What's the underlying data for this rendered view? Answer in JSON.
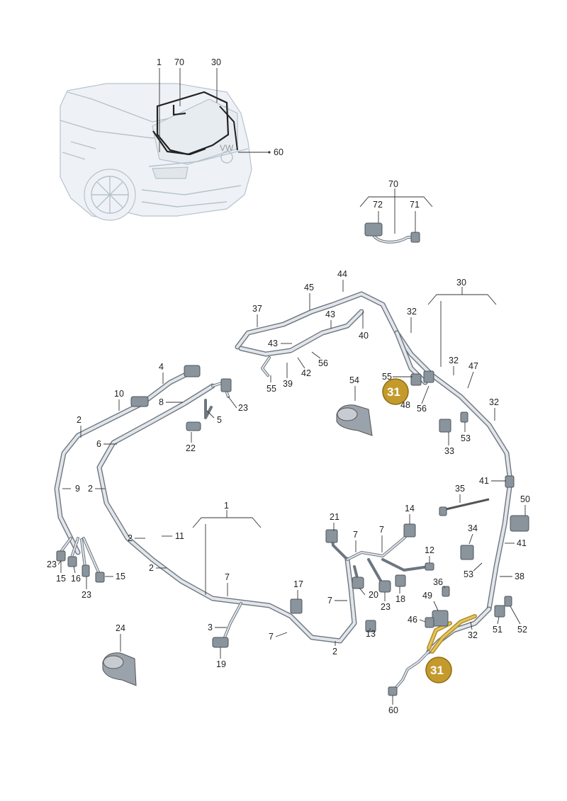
{
  "callouts": {
    "c1_top": "1",
    "c70_top": "70",
    "c30_top": "30",
    "c60_top": "60",
    "c70_group": "70",
    "c72": "72",
    "c71": "71",
    "c44": "44",
    "c45": "45",
    "c37": "37",
    "c43a": "43",
    "c43b": "43",
    "c40": "40",
    "c32a": "32",
    "c30_group": "30",
    "c56a": "56",
    "c42": "42",
    "c39": "39",
    "c55a": "55",
    "c55b": "55",
    "c48": "48",
    "c56b": "56",
    "c32b": "32",
    "c47": "47",
    "c4": "4",
    "c54": "54",
    "c10": "10",
    "c8": "8",
    "c23a": "23",
    "c5": "5",
    "c22": "22",
    "c2a": "2",
    "c6": "6",
    "c32c": "32",
    "c53a": "53",
    "c33": "33",
    "c41a": "41",
    "c50": "50",
    "c35": "35",
    "c2b": "2",
    "c9": "9",
    "c1_group": "1",
    "c34": "34",
    "c41b": "41",
    "c21": "21",
    "c7a": "7",
    "c7b": "7",
    "c14": "14",
    "c12": "12",
    "c2c": "2",
    "c11": "11",
    "c23b": "23",
    "c15a": "15",
    "c16": "16",
    "c15b": "15",
    "c23c": "23",
    "c2d": "2",
    "c7c": "7",
    "c20": "20",
    "c23d": "23",
    "c18": "18",
    "c53b": "53",
    "c38": "38",
    "c36": "36",
    "c49": "49",
    "c17": "17",
    "c7d": "7",
    "c3": "3",
    "c7e": "7",
    "c13": "13",
    "c46": "46",
    "c51": "51",
    "c52": "52",
    "c32d": "32",
    "c24": "24",
    "c19": "19",
    "c2e": "2",
    "c60": "60"
  },
  "badges": {
    "badge_upper": "31",
    "badge_lower": "31"
  },
  "colors": {
    "badge_fill": "#c49a2c",
    "highlight_wire": "#e7c55d",
    "harness": "#6d7680"
  }
}
